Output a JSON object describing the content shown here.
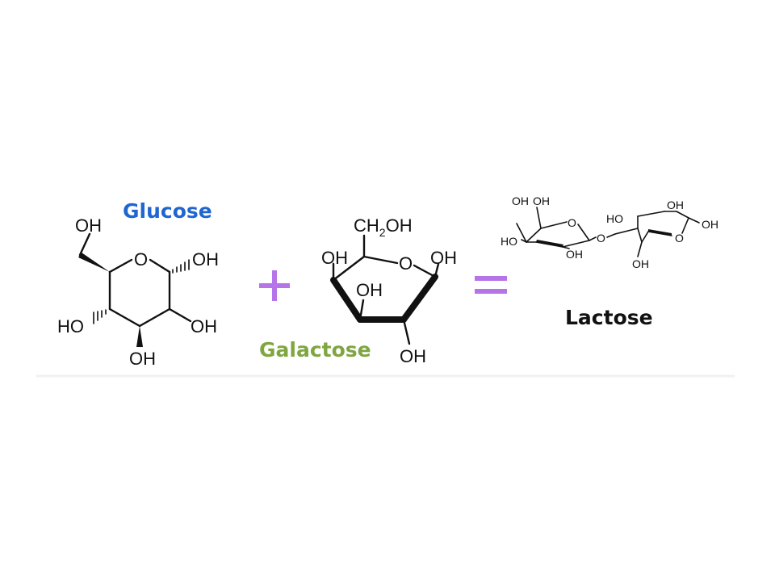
{
  "glucose": {
    "name": "Glucose",
    "name_color": "#1f66d1",
    "atoms": {
      "oh_top": "OH",
      "ring_o": "O",
      "oh_right_top": "OH",
      "oh_left": "HO",
      "oh_right": "OH",
      "oh_bottom": "OH"
    }
  },
  "plus": {
    "symbol": "+",
    "color": "#b574e8"
  },
  "galactose": {
    "name": "Galactose",
    "name_color": "#7fa640",
    "atoms": {
      "ch2": "CH",
      "ch2_sub": "2",
      "ch2_oh": "OH",
      "oh_left": "OH",
      "ring_o": "O",
      "oh_right": "OH",
      "oh_middle": "OH",
      "oh_bottom": "OH"
    }
  },
  "equals": {
    "symbol": "=",
    "color": "#b574e8"
  },
  "lactose": {
    "name": "Lactose",
    "name_color": "#111111",
    "atoms": {
      "oh_top_1": "OH",
      "oh_top_2": "OH",
      "ring_o_left": "O",
      "ho_left": "HO",
      "oh_bottom_left": "OH",
      "bridge_o": "O",
      "ho_mid": "HO",
      "oh_top_right": "OH",
      "ring_o_right": "O",
      "oh_far_right": "OH",
      "oh_bottom_right": "OH"
    }
  }
}
